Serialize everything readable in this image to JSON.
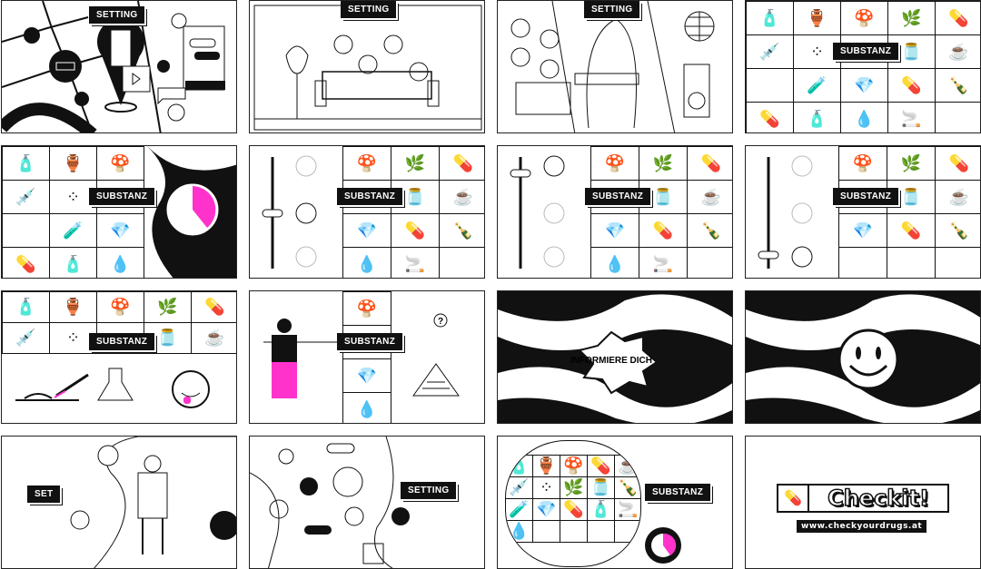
{
  "panels": [
    {
      "label": "SETTING"
    },
    {
      "label": "SETTING"
    },
    {
      "label": "SETTING"
    },
    {
      "label": "SUBSTANZ"
    },
    {
      "label": "SUBSTANZ"
    },
    {
      "label": "SUBSTANZ"
    },
    {
      "label": "SUBSTANZ"
    },
    {
      "label": "SUBSTANZ"
    },
    {
      "label": "SUBSTANZ"
    },
    {
      "label": "SUBSTANZ"
    },
    {
      "label": "INFORMIERE DICH"
    },
    {
      "label": ""
    },
    {
      "label": "SET"
    },
    {
      "label": "SETTING"
    },
    {
      "label": "SUBSTANZ"
    },
    {
      "label": "Checkit!",
      "url": "www.checkyourdrugs.at"
    }
  ],
  "icons": [
    "🧴",
    "🏺",
    "🍄",
    "🌿",
    "💊",
    "💉",
    "⁘",
    "🫙",
    "☕",
    "💎",
    "🧪",
    "🍾",
    "💊",
    "🧴",
    "💧",
    "🚬"
  ],
  "accent": "#ff33cc"
}
